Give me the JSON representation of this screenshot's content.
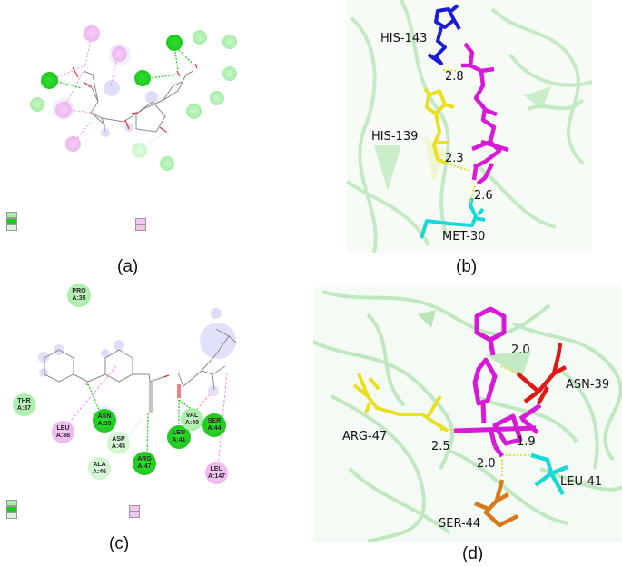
{
  "figure": {
    "panels": [
      {
        "id": "a",
        "label": "(a)",
        "type": "2D interaction diagram"
      },
      {
        "id": "b",
        "label": "(b)",
        "type": "3D binding pose"
      },
      {
        "id": "c",
        "label": "(c)",
        "type": "2D interaction diagram"
      },
      {
        "id": "d",
        "label": "(d)",
        "type": "3D binding pose"
      }
    ]
  },
  "panel_a": {
    "label": "(a)",
    "residues": [
      {
        "kind": "alkyl",
        "label": ""
      },
      {
        "kind": "alkyl",
        "label": ""
      },
      {
        "kind": "hb",
        "label": ""
      },
      {
        "kind": "vdw",
        "label": ""
      },
      {
        "kind": "vdw",
        "label": ""
      },
      {
        "kind": "hb",
        "label": ""
      },
      {
        "kind": "vdw",
        "label": ""
      },
      {
        "kind": "hb",
        "label": ""
      },
      {
        "kind": "vdw",
        "label": ""
      },
      {
        "kind": "alkyl",
        "label": ""
      },
      {
        "kind": "vdw",
        "label": ""
      },
      {
        "kind": "vdw",
        "label": ""
      },
      {
        "kind": "alkyl",
        "label": ""
      },
      {
        "kind": "chb",
        "label": ""
      },
      {
        "kind": "vdw",
        "label": ""
      }
    ],
    "legend_colors": {
      "vdw": "#a6eea6",
      "hb": "#1fc81f",
      "chb": "#d6f7d6",
      "alkyl": "#efb6ef",
      "pi_alkyl": "#f2c4f2"
    }
  },
  "panel_b": {
    "label": "(b)",
    "residues": [
      {
        "name": "HIS-143",
        "color": "#1a1ad8"
      },
      {
        "name": "HIS-139",
        "color": "#e8e020"
      },
      {
        "name": "MET-30",
        "color": "#18d8d8"
      }
    ],
    "ligand_color": "#d81ad8",
    "distances": [
      "2.8",
      "2.3",
      "2.6"
    ]
  },
  "panel_c": {
    "label": "(c)",
    "residues": [
      {
        "id": "pro35",
        "kind": "vdw",
        "label": "PRO\nA:35"
      },
      {
        "id": "thr37",
        "kind": "vdw",
        "label": "THR\nA:37"
      },
      {
        "id": "leu38",
        "kind": "alkyl",
        "label": "LEU\nA:38"
      },
      {
        "id": "asn39",
        "kind": "hb",
        "label": "ASN\nA:39"
      },
      {
        "id": "asp45",
        "kind": "chb",
        "label": "ASP\nA:45"
      },
      {
        "id": "ala46",
        "kind": "chb",
        "label": "ALA\nA:46"
      },
      {
        "id": "arg47",
        "kind": "hb",
        "label": "ARG\nA:47"
      },
      {
        "id": "leu41",
        "kind": "hb",
        "label": "LEU\nA:41"
      },
      {
        "id": "val40",
        "kind": "vdw",
        "label": "VAL\nA:40"
      },
      {
        "id": "ser44",
        "kind": "hb",
        "label": "SER\nA:44"
      },
      {
        "id": "leu147",
        "kind": "alkyl",
        "label": "LEU\nA:147"
      }
    ]
  },
  "panel_d": {
    "label": "(d)",
    "residues": [
      {
        "name": "ASN-39",
        "color": "#e01818"
      },
      {
        "name": "ARG-47",
        "color": "#e8e020"
      },
      {
        "name": "LEU-41",
        "color": "#18d8d8"
      },
      {
        "name": "SER-44",
        "color": "#d87818"
      }
    ],
    "ligand_color": "#d81ad8",
    "distances": [
      "2.0",
      "2.5",
      "1.9",
      "2.0"
    ]
  }
}
